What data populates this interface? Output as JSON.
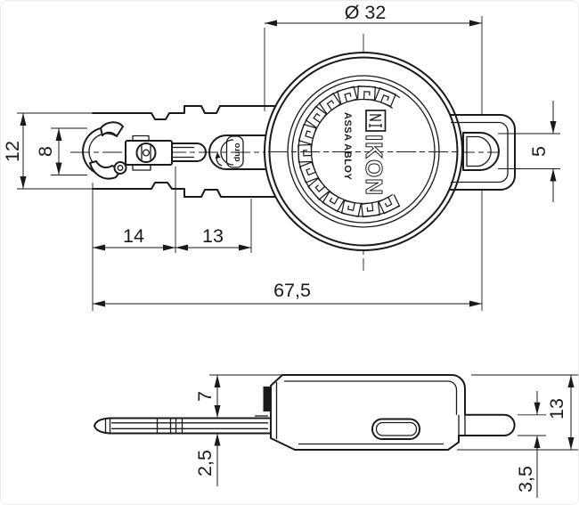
{
  "drawing": {
    "brand": {
      "logo_text": "IKON",
      "sub_text": "ASSA ABLOY",
      "stamp_text": "duro"
    },
    "top_view": {
      "diameter": "Ø 32",
      "sleeve_width": "12",
      "tip_width": "8",
      "slot_width": "5",
      "tip_length": "14",
      "neck_length": "13",
      "overall_length": "67,5"
    },
    "side_view": {
      "top_to_blade": "7",
      "blade_thickness": "2,5",
      "overall_height": "13",
      "tab_thickness": "3,5"
    }
  }
}
